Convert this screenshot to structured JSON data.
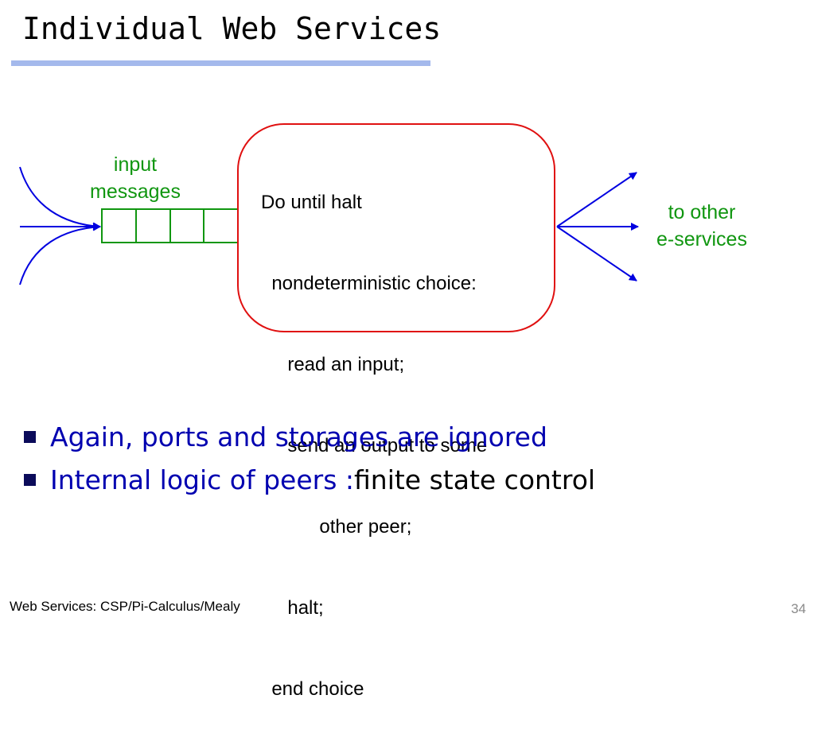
{
  "slide": {
    "title": "Individual Web Services",
    "footer": "Web Services: CSP/Pi-Calculus/Mealy",
    "page_number": "34"
  },
  "diagram": {
    "input_label_line1": "input",
    "input_label_line2": "messages",
    "output_label_line1": "to other",
    "output_label_line2": "e-services",
    "code_lines": [
      "Do until halt",
      "  nondeterministic choice:",
      "     read an input;",
      "     send an output to some",
      "           other peer;",
      "     halt;",
      "  end choice"
    ],
    "colors": {
      "arrow": "#0000e0",
      "queue": "#109610",
      "box_border": "#e01010",
      "label": "#109610"
    }
  },
  "bullets": [
    {
      "text": "Again, ports and storages are ignored",
      "suffix": ""
    },
    {
      "text": "Internal logic of peers : ",
      "suffix": "finite state control"
    }
  ]
}
